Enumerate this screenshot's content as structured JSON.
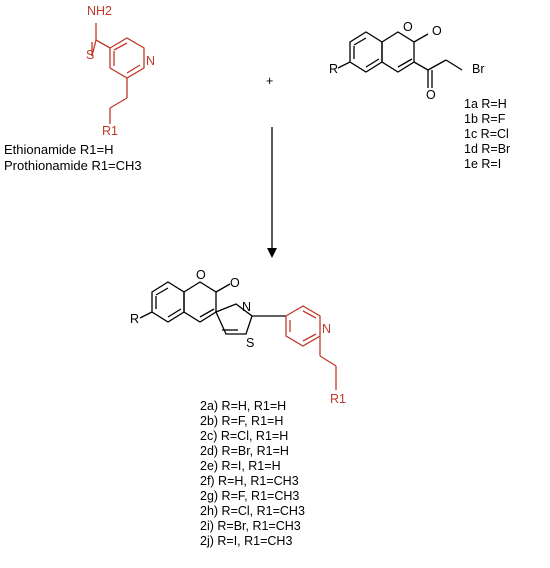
{
  "atoms": {
    "nh2": "NH2",
    "s": "S",
    "n": "N",
    "r1": "R1",
    "o": "O",
    "r": "R",
    "br": "Br"
  },
  "plus": "+",
  "drugs": {
    "ethionamide": "Ethionamide R1=H",
    "prothionamide": "Prothionamide R1=CH3"
  },
  "reagents": [
    "1a R=H",
    "1b R=F",
    "1c R=Cl",
    "1d R=Br",
    "1e R=I"
  ],
  "products": [
    "2a) R=H, R1=H",
    "2b) R=F, R1=H",
    "2c) R=Cl, R1=H",
    "2d) R=Br, R1=H",
    "2e) R=I, R1=H",
    "2f) R=H, R1=CH3",
    "2g) R=F, R1=CH3",
    "2h) R=Cl, R1=CH3",
    "2i) R=Br, R1=CH3",
    "2j) R=I, R1=CH3"
  ],
  "colors": {
    "thioamide_red": "#c0392b",
    "bond": "#000000",
    "arrow": "#000000"
  }
}
